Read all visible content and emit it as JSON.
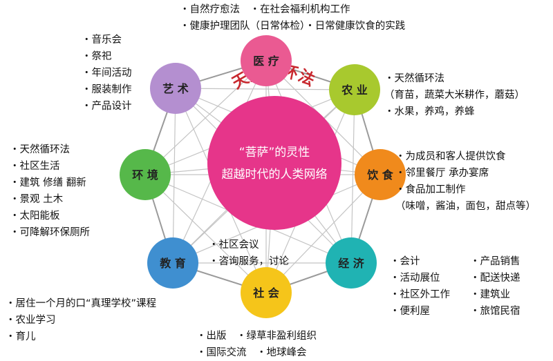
{
  "center": {
    "line1": "“菩萨”的灵性",
    "line2": "超越时代的人类网络",
    "arc_text": "天然循环法",
    "color": "#e6358a",
    "arc_color": "#c8282e"
  },
  "nodes": [
    {
      "id": "medical",
      "label": "医 疗",
      "color": "#ea5a92"
    },
    {
      "id": "agriculture",
      "label": "农 业",
      "color": "#a8c92e"
    },
    {
      "id": "food",
      "label": "饮 食",
      "color": "#f08a1c"
    },
    {
      "id": "economy",
      "label": "经 济",
      "color": "#20b3b3"
    },
    {
      "id": "society",
      "label": "社 会",
      "color": "#f5c51a"
    },
    {
      "id": "education",
      "label": "教 育",
      "color": "#3f8fd0"
    },
    {
      "id": "environment",
      "label": "环 境",
      "color": "#56b84a"
    },
    {
      "id": "arts",
      "label": "艺 术",
      "color": "#b48fd0"
    }
  ],
  "lists": {
    "medical": [
      "・自然疗愈法　・在社会福利机构工作",
      "・健康护理团队（日常体检）・日常健康饮食的实践"
    ],
    "arts": [
      "・音乐会",
      "・祭祀",
      "・年间活动",
      "・服装制作",
      "・产品设计"
    ],
    "agriculture": [
      "・天然循环法",
      "（育苗，蔬菜大米耕作，蘑菇）",
      "・水果，养鸡，养蜂"
    ],
    "environment": [
      "・天然循环法",
      "・社区生活",
      "・建筑 修缮 翻新",
      "・景观 土木",
      "・太阳能板",
      "・可降解环保厕所"
    ],
    "food": [
      "・为成员和客人提供饮食",
      "・邻里餐厅 承办宴席",
      "・食品加工制作",
      "（味噌，酱油，面包，甜点等）"
    ],
    "society_inner": [
      "・社区会议",
      "・咨询服务，讨论"
    ],
    "economy_left": [
      "・会计",
      "・活动展位",
      "・社区外工作",
      "・便利屋"
    ],
    "economy_right": [
      "・产品销售",
      "・配送快递",
      "・建筑业",
      "・旅馆民宿"
    ],
    "education": [
      "・居住一个月的口“真理学校”课程",
      "・农业学习",
      "・育儿"
    ],
    "society_bottom": [
      "・出版　・绿草非盈利组织",
      "・国际交流　・地球峰会"
    ]
  }
}
